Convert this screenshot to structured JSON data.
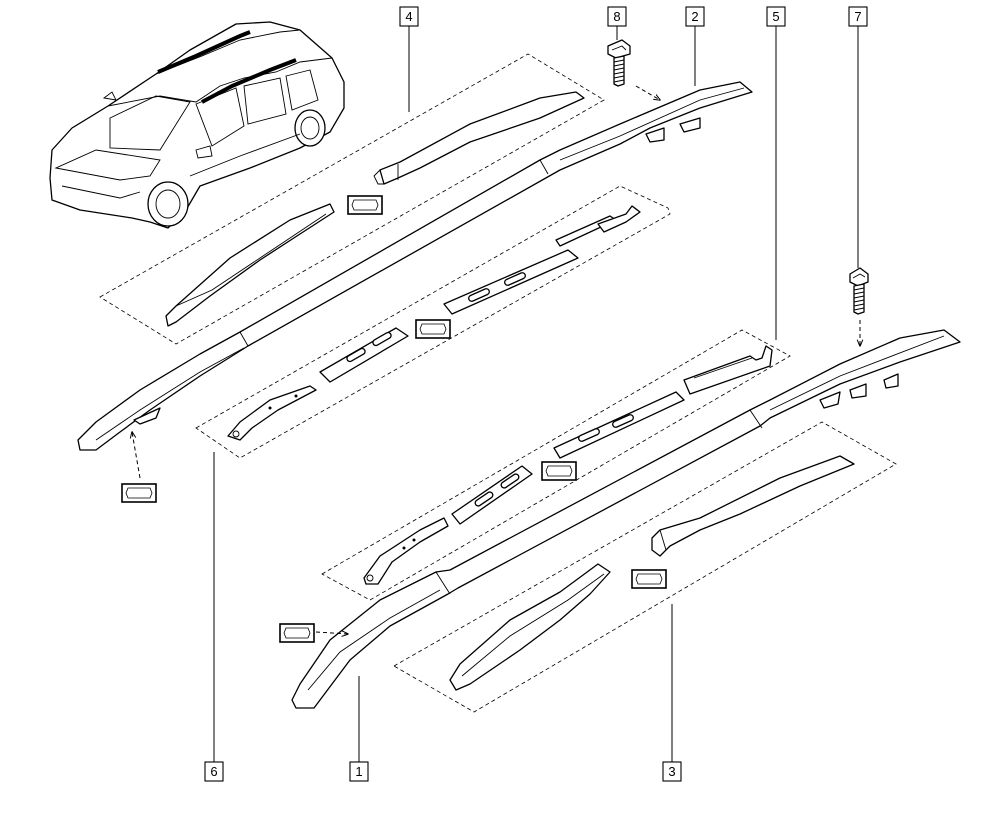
{
  "callouts": [
    {
      "id": "c1",
      "text": "1"
    },
    {
      "id": "c2",
      "text": "2"
    },
    {
      "id": "c3",
      "text": "3"
    },
    {
      "id": "c4",
      "text": "4"
    },
    {
      "id": "c5",
      "text": "5"
    },
    {
      "id": "c6",
      "text": "6"
    },
    {
      "id": "c7",
      "text": "7"
    },
    {
      "id": "c8",
      "text": "8"
    }
  ],
  "symbols": [
    "lubricant-symbol",
    "adhesive-symbol"
  ]
}
